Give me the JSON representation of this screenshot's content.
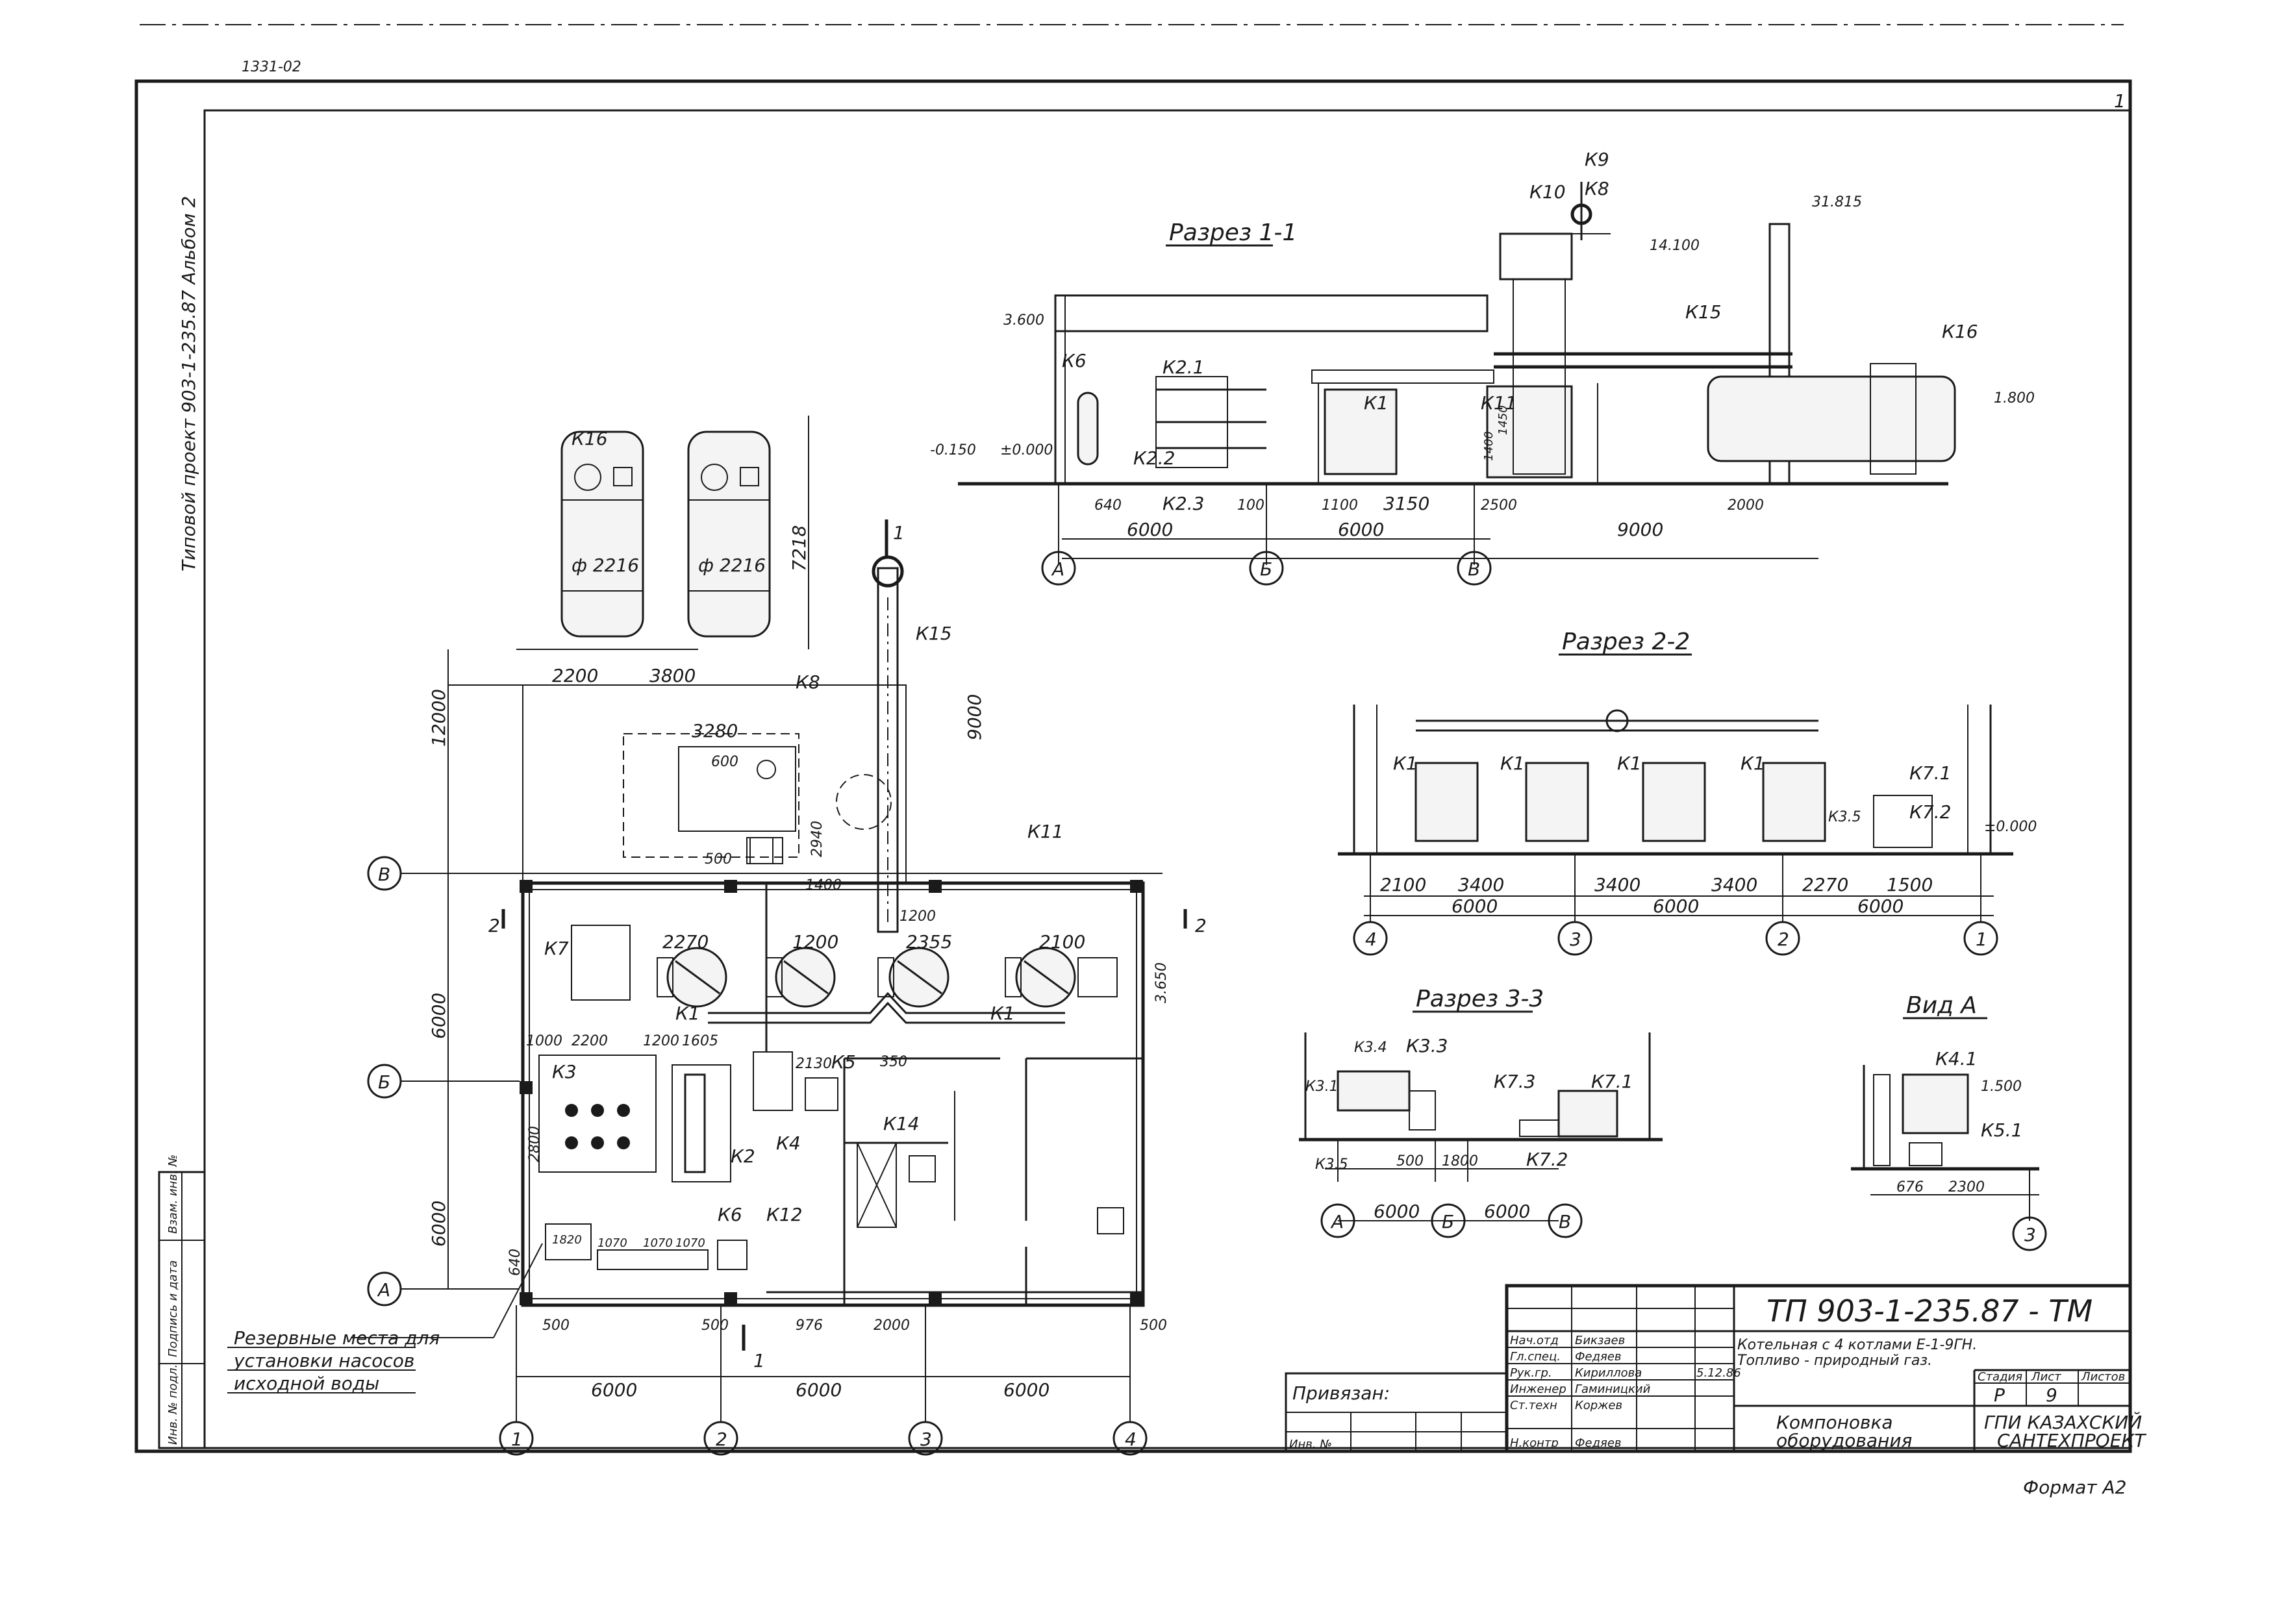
{
  "sheet": {
    "top_stamp": "1331-02",
    "album_note": "Типовой проект 903-1-235.87 Альбом 2",
    "sheet_num": "1",
    "format": "Формат А2"
  },
  "sections": {
    "s11_title": "Разрез 1-1",
    "s22_title": "Разрез 2-2",
    "s33_title": "Разрез 3-3",
    "viewA_title": "Вид А"
  },
  "axes": {
    "A": "А",
    "B": "Б",
    "V": "В",
    "n1": "1",
    "n2": "2",
    "n3": "3",
    "n4": "4"
  },
  "marks": {
    "K1": "К1",
    "K2": "К2",
    "K21": "К2.1",
    "K22": "К2.2",
    "K23": "К2.3",
    "K3": "К3",
    "K31": "К3.1",
    "K33": "К3.3",
    "K34": "К3.4",
    "K35": "К3.5",
    "K4": "К4",
    "K41": "К4.1",
    "K5": "К5",
    "K51": "К5.1",
    "K6": "К6",
    "K7": "К7",
    "K71": "К7.1",
    "K72": "К7.2",
    "K73": "К7.3",
    "K8": "К8",
    "K9": "К9",
    "K10": "К10",
    "K11": "К11",
    "K12": "К12",
    "K14": "К14",
    "K15": "К15",
    "K16": "К16"
  },
  "elevations": {
    "e3600": "3.600",
    "e0000": "±0.000",
    "em0150": "-0.150",
    "e14100": "14.100",
    "e31815": "31.815",
    "e1800": "1.800",
    "e1500": "1.500"
  },
  "dims": {
    "d6000": "6000",
    "d9000": "9000",
    "d3150": "3150",
    "d1100": "1100",
    "d640": "640",
    "d100": "100",
    "d2000": "2000",
    "d2500": "2500",
    "d1400": "1400",
    "d1450": "1450",
    "d2100": "2100",
    "d3400": "3400",
    "d2270": "2270",
    "d1500": "1500",
    "d500": "500",
    "d1800": "1800",
    "d676": "676",
    "d2300": "2300",
    "d2200": "2200",
    "d3800": "3800",
    "d2216": "ф 2216",
    "d7218": "7218",
    "d3280": "3280",
    "d600": "600",
    "d2940": "2940",
    "d1200": "1200",
    "d2355": "2355",
    "d1000": "1000",
    "d1605": "1605",
    "d2130": "2130",
    "d350": "350",
    "d2800": "2800",
    "d976": "976",
    "d1070": "1070",
    "d1820": "1820",
    "d3650": "3.650",
    "d12000": "12000"
  },
  "note": {
    "l1": "Резервные места для",
    "l2": "установки насосов",
    "l3": "исходной воды"
  },
  "titleblock": {
    "code": "ТП 903-1-235.87 - ТМ",
    "desc1": "Котельная с 4 котлами Е-1-9ГН.",
    "desc2": "Топливо - природный газ.",
    "sheet_title1": "Компоновка",
    "sheet_title2": "оборудования",
    "org1": "ГПИ КАЗАХСКИЙ",
    "org2": "САНТЕХПРОЕКТ",
    "stage_h": "Стадия",
    "sheet_h": "Лист",
    "sheets_h": "Листов",
    "stage": "Р",
    "sheet": "9",
    "bound": "Привязан:",
    "inv": "Инв. №",
    "roles": [
      "Нач.отд",
      "Гл.спец.",
      "Рук.гр.",
      "Инженер",
      "Ст.техн",
      "Н.контр"
    ],
    "names": [
      "Бикзаев",
      "Федяев",
      "Кириллова",
      "Гаминицкий",
      "Коржев",
      "Федяев"
    ],
    "date": "5.12.86"
  },
  "sidestrip": {
    "f1": "Взам. инв. №",
    "f2": "Подпись и дата",
    "f3": "Инв. № подл."
  }
}
